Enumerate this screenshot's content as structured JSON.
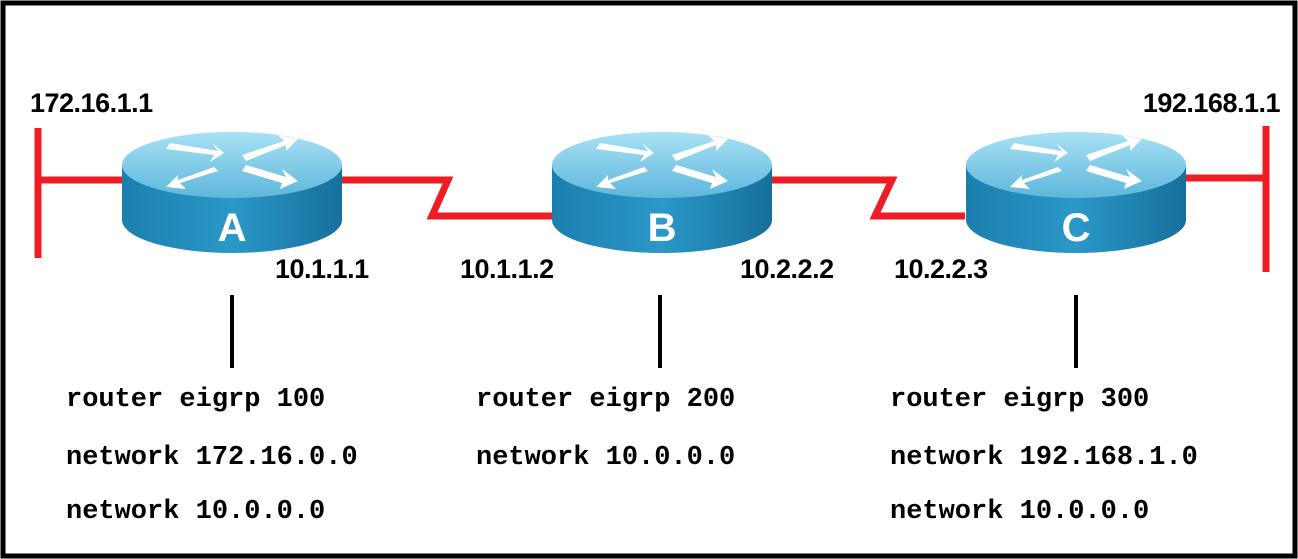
{
  "colors": {
    "link": "#ee1c24",
    "router_top": "#7fcbe6",
    "router_side": "#1f8fc1",
    "frame": "#000000"
  },
  "routers": [
    {
      "letter": "A",
      "config": [
        "router eigrp 100",
        "network 172.16.0.0",
        "network 10.0.0.0"
      ]
    },
    {
      "letter": "B",
      "config": [
        "router eigrp 200",
        "network 10.0.0.0"
      ]
    },
    {
      "letter": "C",
      "config": [
        "router eigrp 300",
        "network 192.168.1.0",
        "network 10.0.0.0"
      ]
    }
  ],
  "lan_left": "172.16.1.1",
  "lan_right": "192.168.1.1",
  "link_ab": {
    "a_side": "10.1.1.1",
    "b_side": "10.1.1.2"
  },
  "link_bc": {
    "b_side": "10.2.2.2",
    "c_side": "10.2.2.3"
  }
}
